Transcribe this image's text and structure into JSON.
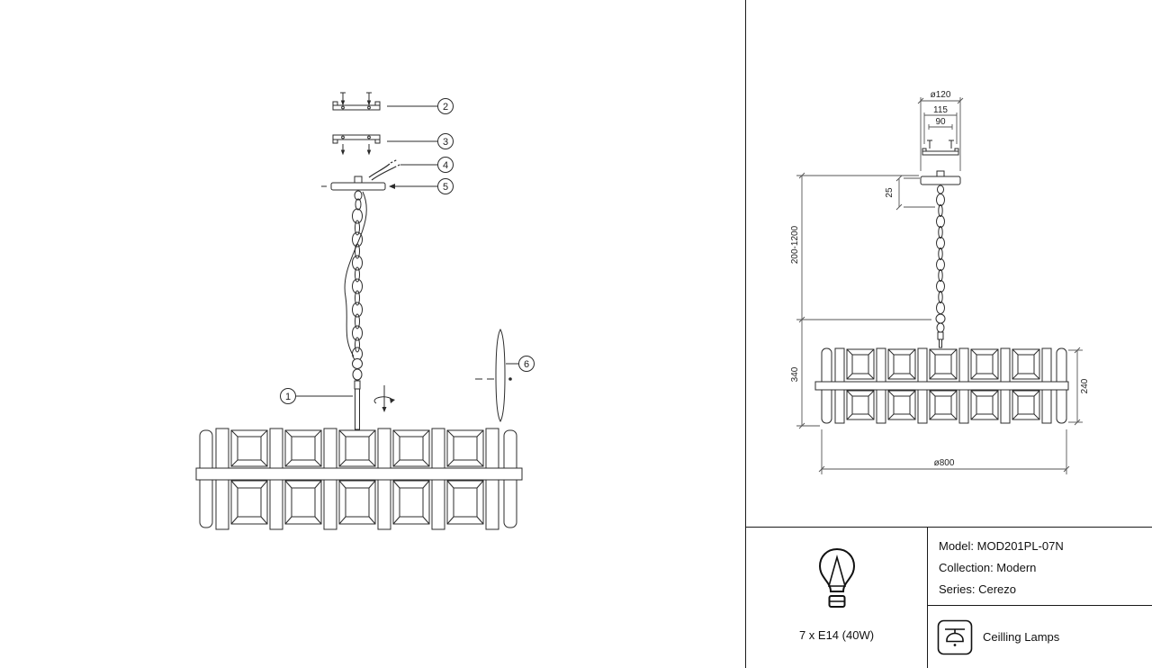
{
  "callouts": {
    "c1": "1",
    "c2": "2",
    "c3": "3",
    "c4": "4",
    "c5": "5",
    "c6": "6"
  },
  "dimensions": {
    "canopy_diameter": "ø120",
    "canopy_width": "115",
    "canopy_holes": "90",
    "canopy_height": "25",
    "suspension_height": "200-1200",
    "fixture_height": "340",
    "shade_height": "240",
    "shade_diameter": "ø800"
  },
  "info": {
    "bulb_label": "7 x E14 (40W)",
    "model_label": "Model: MOD201PL-07N",
    "collection_label": "Collection: Modern",
    "series_label": "Series: Cerezo",
    "category_label": "Ceilling Lamps"
  },
  "colors": {
    "line": "#2b2b2b",
    "background": "#ffffff"
  }
}
